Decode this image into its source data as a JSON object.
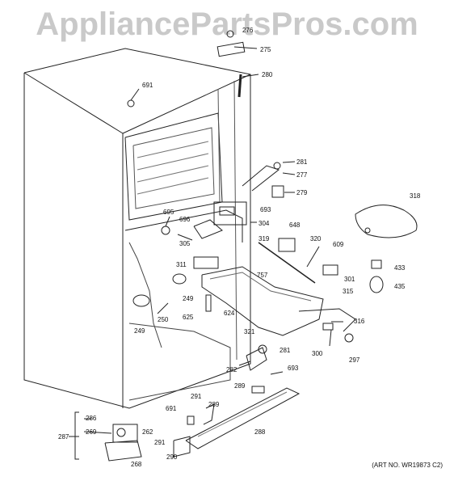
{
  "watermark": "AppliancePartsPros.com",
  "art_number": "(ART NO. WR19873 C2)",
  "callouts": [
    "276",
    "275",
    "280",
    "691",
    "281",
    "277",
    "693",
    "279",
    "318",
    "695",
    "696",
    "304",
    "648",
    "305",
    "319",
    "320",
    "609",
    "311",
    "757",
    "301",
    "433",
    "249",
    "435",
    "625",
    "624",
    "315",
    "249",
    "250",
    "321",
    "316",
    "281",
    "300",
    "297",
    "282",
    "693",
    "289",
    "691",
    "291",
    "289",
    "286",
    "269",
    "262",
    "287",
    "288",
    "291",
    "290",
    "268"
  ]
}
